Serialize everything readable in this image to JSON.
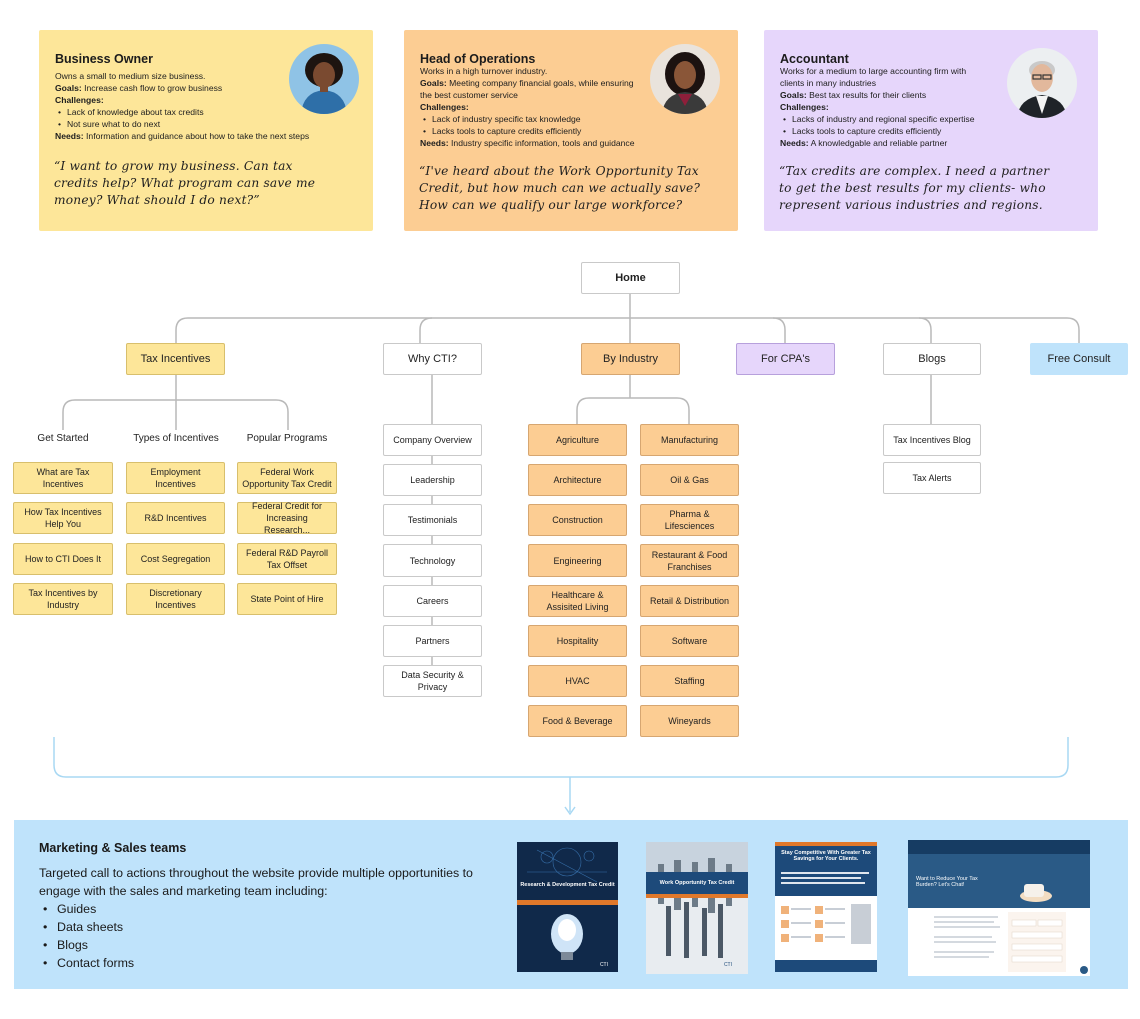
{
  "personas": [
    {
      "name": "Business Owner",
      "description": "Owns a small to medium size business.",
      "goals_label": "Goals:",
      "goals": "Increase cash flow to grow business",
      "challenges_label": "Challenges:",
      "challenges": [
        "Lack of knowledge about tax credits",
        "Not sure what to do next"
      ],
      "needs_label": "Needs:",
      "needs": "Information and guidance about how to take the next steps",
      "quote_lines": [
        "“I want to grow my business. Can tax",
        "credits help?  What program can save me",
        "money? What should I do next?”"
      ],
      "color": "#fde699"
    },
    {
      "name": "Head of Operations",
      "description": "Works in a high turnover industry.",
      "goals_label": "Goals:",
      "goals": "Meeting company financial goals, while ensuring",
      "goals_cont": "the best customer service",
      "challenges_label": "Challenges:",
      "challenges": [
        "Lack of industry specific tax knowledge",
        "Lacks tools to capture credits efficiently"
      ],
      "needs_label": "Needs:",
      "needs": " Industry specific information, tools and guidance",
      "quote_lines": [
        "“I've heard about the Work Opportunity Tax",
        "Credit, but how much can we actually save?",
        "How can we qualify our large workforce?"
      ],
      "color": "#fccd93"
    },
    {
      "name": "Accountant",
      "description": "Works for a medium to large accounting firm with",
      "description_cont": "clients in many industries",
      "goals_label": "Goals:",
      "goals": "Best tax results for their clients",
      "challenges_label": "Challenges:",
      "challenges": [
        "Lacks of industry and regional specific expertise",
        "Lacks tools to capture credits efficiently"
      ],
      "needs_label": "Needs:",
      "needs": "A knowledgable and reliable partner",
      "quote_lines": [
        "“Tax credits are complex. I need a partner",
        "to get the best results for my clients- who",
        "represent various industries and regions."
      ],
      "color": "#e6d6fb"
    }
  ],
  "sitemap": {
    "root": "Home",
    "top_level": [
      "Tax Incentives",
      "Why CTI?",
      "By Industry",
      "For CPA's",
      "Blogs",
      "Free Consult"
    ],
    "tax_incentives": {
      "groups": [
        {
          "heading": "Get Started",
          "items": [
            "What are Tax Incentives",
            "How Tax Incentives Help You",
            "How to CTI Does It",
            "Tax Incentives by Industry"
          ]
        },
        {
          "heading": "Types of Incentives",
          "items": [
            "Employment Incentives",
            "R&D Incentives",
            "Cost Segregation",
            "Discretionary Incentives"
          ]
        },
        {
          "heading": "Popular Programs",
          "items": [
            "Federal Work Opportunity Tax Credit",
            "Federal Credit for Increasing Research...",
            "Federal R&D Payroll Tax Offset",
            "State Point of Hire"
          ]
        }
      ]
    },
    "why_cti": [
      "Company Overview",
      "Leadership",
      "Testimonials",
      "Technology",
      "Careers",
      "Partners",
      "Data Security & Privacy"
    ],
    "by_industry": {
      "left": [
        "Agriculture",
        "Architecture",
        "Construction",
        "Engineering",
        "Healthcare & Assisited Living",
        "Hospitality",
        "HVAC",
        "Food & Beverage"
      ],
      "right": [
        "Manufacturing",
        "Oil & Gas",
        "Pharma & Lifesciences",
        "Restaurant & Food Franchises",
        "Retail & Distribution",
        "Software",
        "Staffing",
        "Wineyards"
      ]
    },
    "blogs": [
      "Tax Incentives Blog",
      "Tax Alerts"
    ]
  },
  "marketing": {
    "title": "Marketing & Sales teams",
    "description": "Targeted call to actions throughout the website provide multiple opportunities to engage with the sales and marketing team including:",
    "items": [
      "Guides",
      "Data sheets",
      "Blogs",
      "Contact forms"
    ],
    "thumbnails": {
      "guide_rd": "Research & Development Tax Credit",
      "guide_wotc": "Work Opportunity Tax Credit",
      "datasheet": "Stay Competitive With Greater Tax Savings for Your Clients.",
      "form": "Want to Reduce Your Tax Burden? Let's Chat!"
    }
  },
  "colors": {
    "yellow": "#fde699",
    "orange": "#fccd93",
    "purple": "#e6d6fb",
    "blue": "#bfe3fb",
    "connector": "#b9b9b9"
  }
}
